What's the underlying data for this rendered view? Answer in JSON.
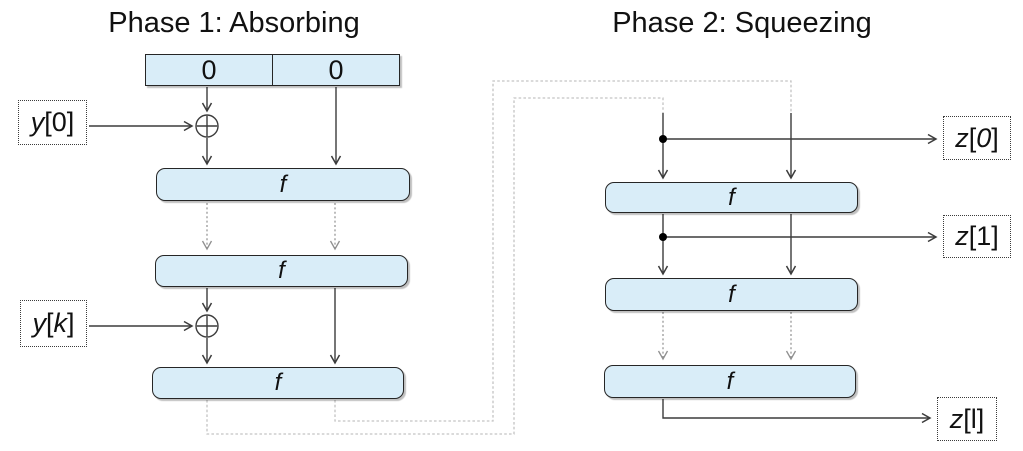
{
  "phase1": {
    "title": "Phase 1: Absorbing",
    "state_cells": [
      "0",
      "0"
    ],
    "f_boxes": [
      "f",
      "f",
      "f"
    ],
    "inputs": {
      "y0": {
        "var": "y",
        "open": "[",
        "index": "0",
        "close": "]"
      },
      "yk": {
        "var": "y",
        "open": "[",
        "index": "k",
        "close": "]"
      }
    }
  },
  "phase2": {
    "title": "Phase 2: Squeezing",
    "f_boxes": [
      "f",
      "f",
      "f"
    ],
    "outputs": {
      "z0": {
        "var": "z",
        "open": "[",
        "index": "0",
        "close": "]"
      },
      "z1": {
        "var": "z",
        "open": "[",
        "index": "1",
        "close": "]"
      },
      "zl": {
        "var": "z",
        "open": "[",
        "index": "l",
        "close": "]"
      }
    }
  },
  "colors": {
    "box-fill": "#d9edf8",
    "box-border": "#262626",
    "line-dark": "#3c3c3c",
    "line-gray": "#8f8f8f",
    "line-feedback": "#c4c4c4",
    "text": "#111111"
  }
}
